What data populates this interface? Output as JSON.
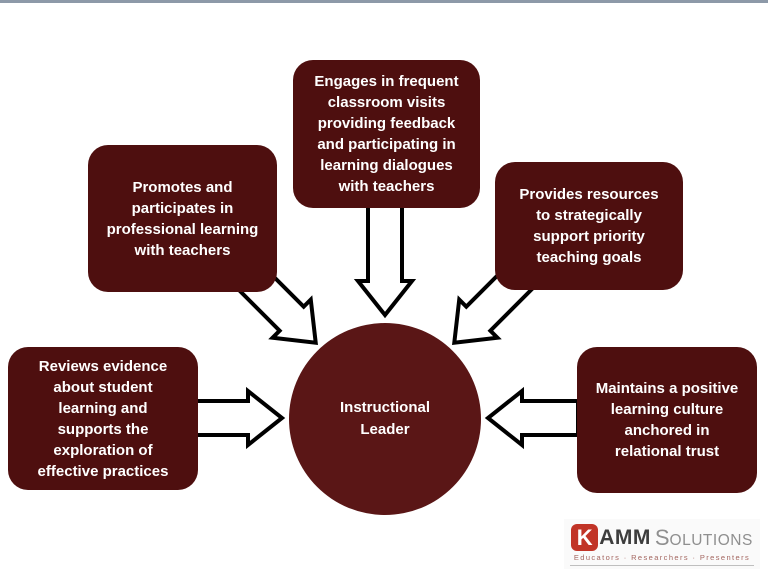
{
  "slide": {
    "background": "#ffffff",
    "top_border_color": "#8d99a8"
  },
  "diagram": {
    "center_circle": {
      "label": "Instructional\nLeader",
      "fill": "#5a1616",
      "text_color": "#ffffff"
    },
    "box_fill": "#4e0f0f",
    "box_text_color": "#ffffff",
    "arrow_fill": "#ffffff",
    "arrow_stroke": "#000000",
    "boxes": {
      "top": "Engages in frequent\nclassroom visits\nproviding feedback\nand participating in\nlearning dialogues\nwith teachers",
      "upper_left": "Promotes and\nparticipates in\nprofessional learning\nwith teachers",
      "upper_right": "Provides resources\nto strategically\nsupport priority\nteaching goals",
      "left": "Reviews evidence\nabout student\nlearning and\nsupports the\nexploration of\neffective practices",
      "right": "Maintains a positive\nlearning culture\nanchored in\nrelational trust"
    }
  },
  "logo": {
    "k_letter": "K",
    "amm_text": "AMM",
    "solutions_initial": "S",
    "solutions_rest": "OLUTIONS",
    "tagline": "Educators  ·  Researchers  ·  Presenters",
    "k_badge_color": "#c13427",
    "amm_color": "#3d3d3d",
    "solutions_color": "#8f8f8f",
    "tagline_color": "#a3655f"
  }
}
